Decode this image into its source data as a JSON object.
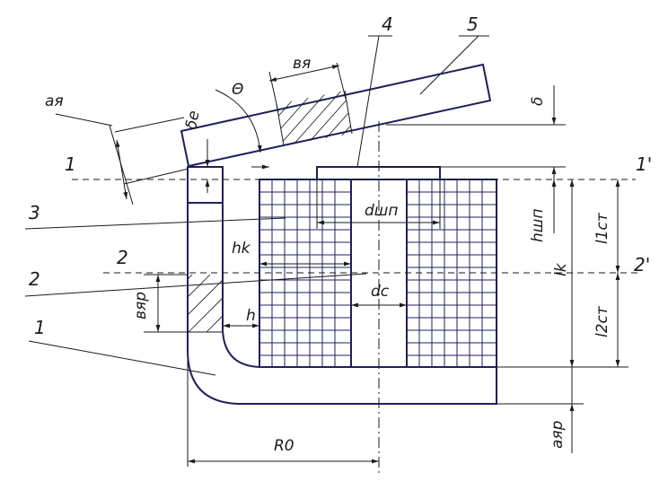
{
  "labels": {
    "n1_top": "1",
    "n1_prime": "1'",
    "n2_left": "2",
    "n2_prime": "2'",
    "n3": "3",
    "n2_lower": "2",
    "n1_lower": "1",
    "n4": "4",
    "n5": "5",
    "a_ya": "aя",
    "v_ya": "вя",
    "delta_e": "δe",
    "theta": "Θ",
    "delta": "δ",
    "h_shp": "hшп",
    "l1_st": "l1ст",
    "d_shp": "dшп",
    "h_k": "hk",
    "l_k": "lk",
    "d_c": "dc",
    "v_yar": "вяр",
    "h": "h",
    "l2_st": "l2ст",
    "a_yar": "aяр",
    "R0": "R0"
  },
  "colors": {
    "outline": "#1f1f5c",
    "ink": "#1a1a1a"
  }
}
